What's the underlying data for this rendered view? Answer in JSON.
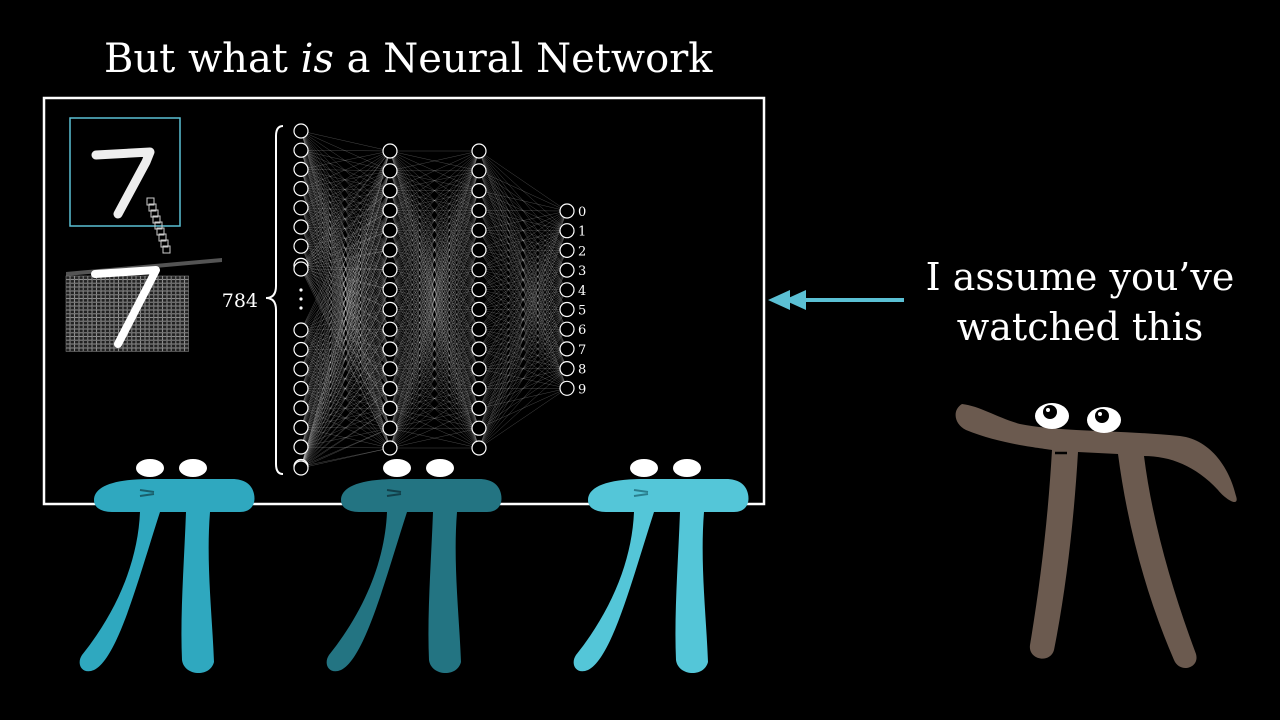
{
  "title": {
    "before": "But what ",
    "emphasis": "is",
    "after": " a Neural Network"
  },
  "network": {
    "input_count_label": "784",
    "output_labels": [
      "0",
      "1",
      "2",
      "3",
      "4",
      "5",
      "6",
      "7",
      "8",
      "9"
    ]
  },
  "caption": {
    "line1": "I assume you’ve",
    "line2": "watched this"
  },
  "colors": {
    "background": "#000000",
    "frame": "#ffffff",
    "arrow": "#5bc0d4",
    "pi_blue_1": "#2fa8bf",
    "pi_blue_2": "#237482",
    "pi_blue_3": "#54c6d8",
    "pi_brown": "#6b5a4f"
  },
  "icons": {
    "arrow": "double-chevron-left-arrow",
    "characters": "pi-creature"
  }
}
